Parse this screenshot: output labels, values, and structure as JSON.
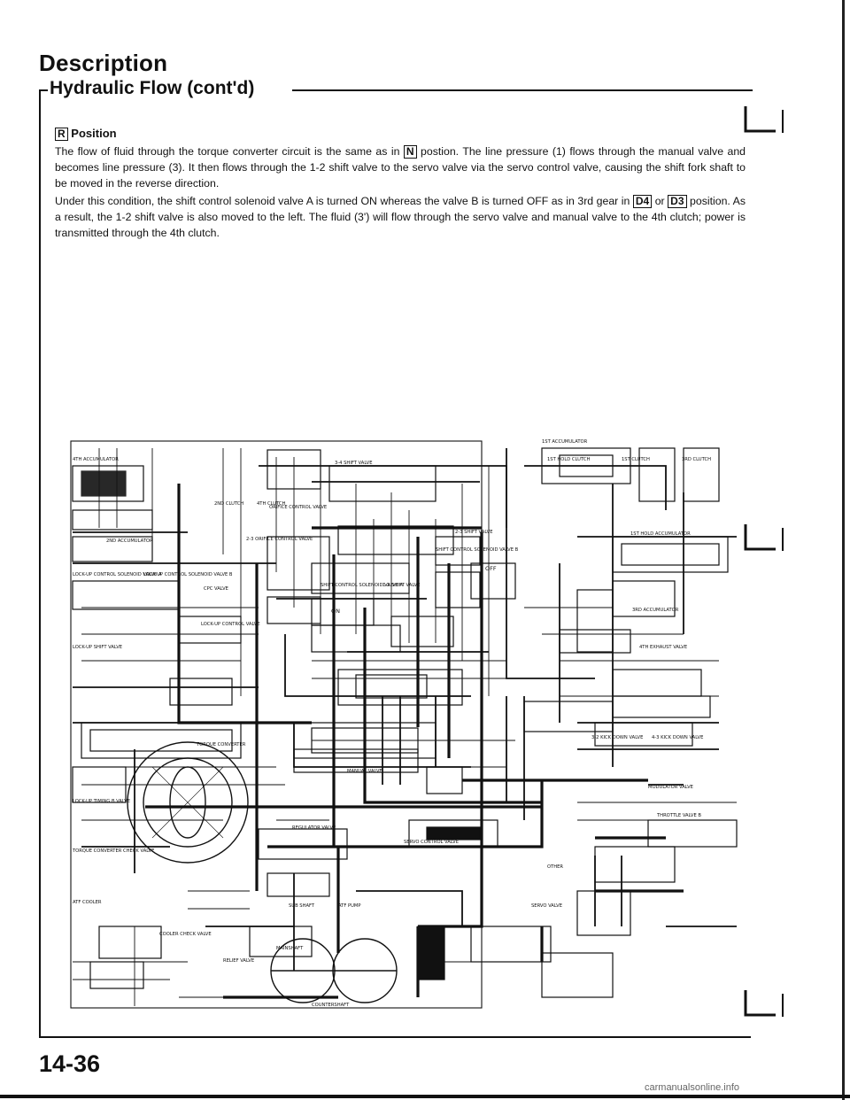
{
  "header": {
    "title": "Description",
    "subtitle": "Hydraulic Flow (cont'd)"
  },
  "content": {
    "position_key": "R",
    "position_label": "Position",
    "p1_part1": "The flow of fluid through the torque converter circuit is the same as in",
    "p1_key_N": "N",
    "p1_part2": "postion. The line pressure (1) flows through the manual valve and becomes line pressure (3). It then flows through the 1-2 shift valve to the servo valve via the servo control valve, causing the shift fork shaft to be moved in the reverse direction.",
    "p2_part1": "Under this condition, the shift control solenoid valve A is turned ON whereas the valve B is turned OFF as in 3rd gear in",
    "p2_key_D4": "D4",
    "p2_or": "or",
    "p2_key_D3": "D3",
    "p2_part2": "position. As a result, the 1-2 shift valve is also moved to the left. The fluid (3') will flow through the servo valve and manual valve to the 4th clutch; power is transmitted through the 4th clutch."
  },
  "diagram": {
    "labels": {
      "acc4": "4TH ACCUMULATOR",
      "acc1": "1ST ACCUMULATOR",
      "hold1": "1ST HOLD CLUTCH",
      "clutch1": "1ST CLUTCH",
      "clutch3": "3RD CLUTCH",
      "clutch2": "2ND CLUTCH",
      "clutch4": "4TH CLUTCH",
      "shift34": "3-4 SHIFT VALVE",
      "orifice": "ORIFICE CONTROL VALVE",
      "shift23": "2-3 SHIFT VALVE",
      "acc2": "2ND ACCUMULATOR",
      "orifice23": "2-3 ORIFICE CONTROL VALVE",
      "solB": "SHIFT CONTROL SOLENOID VALVE B",
      "holdacc1": "1ST HOLD ACCUMULATOR",
      "luA": "LOCK-UP CONTROL SOLENOID VALVE A",
      "luB": "LOCK-UP CONTROL SOLENOID VALVE B",
      "cpc": "CPC VALVE",
      "solA": "SHIFT CONTROL SOLENOID VALVE A",
      "shift12": "1-2 SHIFT VALVE",
      "acc3": "3RD ACCUMULATOR",
      "luctrl": "LOCK-UP CONTROL VALVE",
      "lushift": "LOCK-UP SHIFT VALVE",
      "exh4": "4TH EXHAUST VALVE",
      "tc": "TORQUE CONVERTER",
      "manual": "MANUAL VALVE",
      "kd32": "3-2 KICK DOWN VALVE",
      "kd43": "4-3 KICK DOWN VALVE",
      "mod": "MODULATOR VALVE",
      "timing": "LOCK-UP TIMING B VALVE",
      "throttle": "THROTTLE VALVE B",
      "reg": "REGULATOR VALVE",
      "servoctl": "SERVO CONTROL VALVE",
      "tccheck": "TORQUE CONVERTER CHECK VALVE",
      "atfcooler": "ATF COOLER",
      "subshaft": "SUB SHAFT",
      "atfpump": "ATF PUMP",
      "other": "OTHER",
      "servo": "SERVO VALVE",
      "coolercheck": "COOLER CHECK VALVE",
      "relief": "RELIEF VALVE",
      "mainshaft": "MAINSHAFT",
      "countershaft": "COUNTERSHAFT",
      "on": "ON",
      "off": "OFF"
    }
  },
  "footer": {
    "page_number": "14-36",
    "url": "carmanualsonline.info"
  }
}
